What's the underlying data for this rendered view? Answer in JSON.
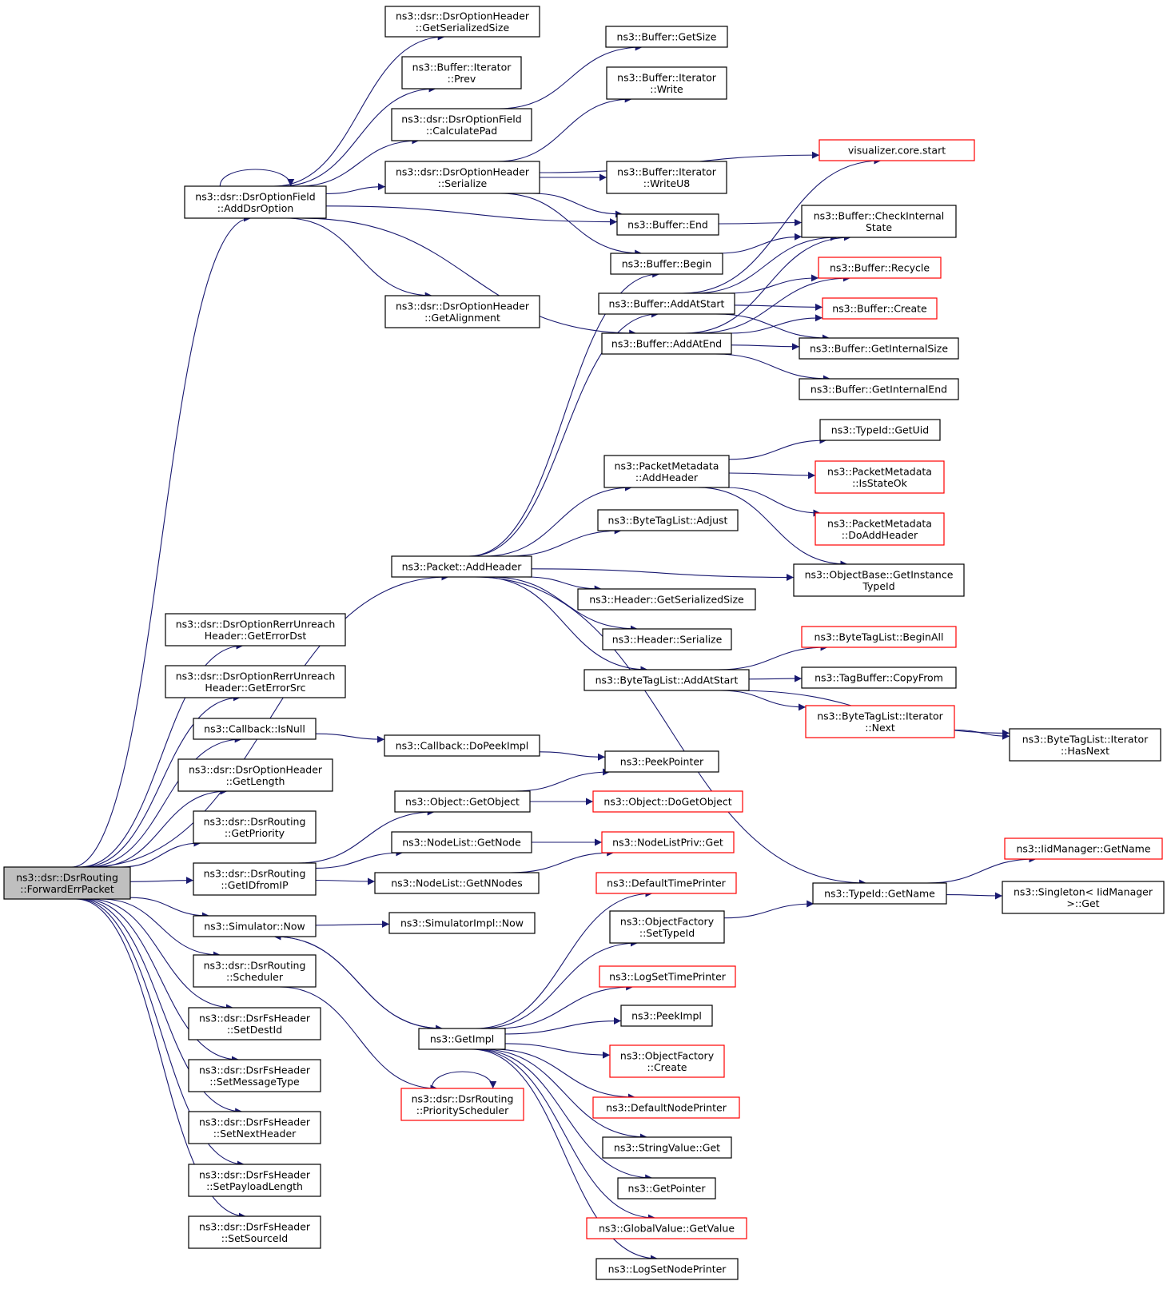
{
  "colors": {
    "edge": "#191970",
    "node_border": "#000000",
    "node_border_truncated": "#ff0000",
    "root_fill": "#bfbfbf"
  },
  "nodes": [
    {
      "id": "root",
      "lines": [
        "ns3::dsr::DsrRouting",
        "::ForwardErrPacket"
      ],
      "style": "root"
    },
    {
      "id": "addDsrOption",
      "lines": [
        "ns3::dsr::DsrOptionField",
        "::AddDsrOption"
      ]
    },
    {
      "id": "optHdrGetSerSize",
      "lines": [
        "ns3::dsr::DsrOptionHeader",
        "::GetSerializedSize"
      ]
    },
    {
      "id": "bufIterPrev",
      "lines": [
        "ns3::Buffer::Iterator",
        "::Prev"
      ]
    },
    {
      "id": "calcPad",
      "lines": [
        "ns3::dsr::DsrOptionField",
        "::CalculatePad"
      ]
    },
    {
      "id": "optHdrSerialize",
      "lines": [
        "ns3::dsr::DsrOptionHeader",
        "::Serialize"
      ]
    },
    {
      "id": "optHdrGetAlign",
      "lines": [
        "ns3::dsr::DsrOptionHeader",
        "::GetAlignment"
      ]
    },
    {
      "id": "bufGetSize",
      "lines": [
        "ns3::Buffer::GetSize"
      ]
    },
    {
      "id": "bufIterWrite",
      "lines": [
        "ns3::Buffer::Iterator",
        "::Write"
      ]
    },
    {
      "id": "vizStart",
      "lines": [
        "visualizer.core.start"
      ],
      "style": "red"
    },
    {
      "id": "bufIterWriteU8",
      "lines": [
        "ns3::Buffer::Iterator",
        "::WriteU8"
      ]
    },
    {
      "id": "bufEnd",
      "lines": [
        "ns3::Buffer::End"
      ]
    },
    {
      "id": "bufCheck",
      "lines": [
        "ns3::Buffer::CheckInternal",
        "State"
      ]
    },
    {
      "id": "bufBegin",
      "lines": [
        "ns3::Buffer::Begin"
      ]
    },
    {
      "id": "bufRecycle",
      "lines": [
        "ns3::Buffer::Recycle"
      ],
      "style": "red"
    },
    {
      "id": "bufAddAtStart",
      "lines": [
        "ns3::Buffer::AddAtStart"
      ]
    },
    {
      "id": "bufCreate",
      "lines": [
        "ns3::Buffer::Create"
      ],
      "style": "red"
    },
    {
      "id": "bufAddAtEnd",
      "lines": [
        "ns3::Buffer::AddAtEnd"
      ]
    },
    {
      "id": "bufGetIntSize",
      "lines": [
        "ns3::Buffer::GetInternalSize"
      ]
    },
    {
      "id": "bufGetIntEnd",
      "lines": [
        "ns3::Buffer::GetInternalEnd"
      ]
    },
    {
      "id": "typeIdGetUid",
      "lines": [
        "ns3::TypeId::GetUid"
      ]
    },
    {
      "id": "pmAddHeader",
      "lines": [
        "ns3::PacketMetadata",
        "::AddHeader"
      ]
    },
    {
      "id": "pmIsStateOk",
      "lines": [
        "ns3::PacketMetadata",
        "::IsStateOk"
      ],
      "style": "red"
    },
    {
      "id": "btlAdjust",
      "lines": [
        "ns3::ByteTagList::Adjust"
      ]
    },
    {
      "id": "pmDoAddHeader",
      "lines": [
        "ns3::PacketMetadata",
        "::DoAddHeader"
      ],
      "style": "red"
    },
    {
      "id": "pktAddHeader",
      "lines": [
        "ns3::Packet::AddHeader"
      ]
    },
    {
      "id": "objBaseGetInst",
      "lines": [
        "ns3::ObjectBase::GetInstance",
        "TypeId"
      ]
    },
    {
      "id": "hdrGetSerSize",
      "lines": [
        "ns3::Header::GetSerializedSize"
      ]
    },
    {
      "id": "rerrGetErrDst",
      "lines": [
        "ns3::dsr::DsrOptionRerrUnreach",
        "Header::GetErrorDst"
      ]
    },
    {
      "id": "hdrSerialize",
      "lines": [
        "ns3::Header::Serialize"
      ]
    },
    {
      "id": "btlBeginAll",
      "lines": [
        "ns3::ByteTagList::BeginAll"
      ],
      "style": "red"
    },
    {
      "id": "rerrGetErrSrc",
      "lines": [
        "ns3::dsr::DsrOptionRerrUnreach",
        "Header::GetErrorSrc"
      ]
    },
    {
      "id": "btlAddAtStart",
      "lines": [
        "ns3::ByteTagList::AddAtStart"
      ]
    },
    {
      "id": "tagBufCopyFrom",
      "lines": [
        "ns3::TagBuffer::CopyFrom"
      ]
    },
    {
      "id": "btlIterNext",
      "lines": [
        "ns3::ByteTagList::Iterator",
        "::Next"
      ],
      "style": "red"
    },
    {
      "id": "cbIsNull",
      "lines": [
        "ns3::Callback::IsNull"
      ]
    },
    {
      "id": "btlIterHasNext",
      "lines": [
        "ns3::ByteTagList::Iterator",
        "::HasNext"
      ]
    },
    {
      "id": "cbDoPeekImpl",
      "lines": [
        "ns3::Callback::DoPeekImpl"
      ]
    },
    {
      "id": "peekPointer",
      "lines": [
        "ns3::PeekPointer"
      ]
    },
    {
      "id": "optHdrGetLength",
      "lines": [
        "ns3::dsr::DsrOptionHeader",
        "::GetLength"
      ]
    },
    {
      "id": "objGetObject",
      "lines": [
        "ns3::Object::GetObject"
      ]
    },
    {
      "id": "objDoGetObject",
      "lines": [
        "ns3::Object::DoGetObject"
      ],
      "style": "red"
    },
    {
      "id": "dsrGetPriority",
      "lines": [
        "ns3::dsr::DsrRouting",
        "::GetPriority"
      ]
    },
    {
      "id": "nlGetNode",
      "lines": [
        "ns3::NodeList::GetNode"
      ]
    },
    {
      "id": "nlPrivGet",
      "lines": [
        "ns3::NodeListPriv::Get"
      ],
      "style": "red"
    },
    {
      "id": "iidGetName",
      "lines": [
        "ns3::IidManager::GetName"
      ],
      "style": "red"
    },
    {
      "id": "dsrGetIDfromIP",
      "lines": [
        "ns3::dsr::DsrRouting",
        "::GetIDfromIP"
      ]
    },
    {
      "id": "nlGetNNodes",
      "lines": [
        "ns3::NodeList::GetNNodes"
      ]
    },
    {
      "id": "defTimePrinter",
      "lines": [
        "ns3::DefaultTimePrinter"
      ],
      "style": "red"
    },
    {
      "id": "typeIdGetName",
      "lines": [
        "ns3::TypeId::GetName"
      ]
    },
    {
      "id": "singletonGet",
      "lines": [
        "ns3::Singleton< IidManager",
        ">::Get"
      ]
    },
    {
      "id": "simNow",
      "lines": [
        "ns3::Simulator::Now"
      ]
    },
    {
      "id": "simImplNow",
      "lines": [
        "ns3::SimulatorImpl::Now"
      ]
    },
    {
      "id": "ofSetTypeId",
      "lines": [
        "ns3::ObjectFactory",
        "::SetTypeId"
      ]
    },
    {
      "id": "dsrScheduler",
      "lines": [
        "ns3::dsr::DsrRouting",
        "::Scheduler"
      ]
    },
    {
      "id": "logSetTimePrinter",
      "lines": [
        "ns3::LogSetTimePrinter"
      ],
      "style": "red"
    },
    {
      "id": "fsSetDestId",
      "lines": [
        "ns3::dsr::DsrFsHeader",
        "::SetDestId"
      ]
    },
    {
      "id": "peekImpl",
      "lines": [
        "ns3::PeekImpl"
      ]
    },
    {
      "id": "getImpl",
      "lines": [
        "ns3::GetImpl"
      ]
    },
    {
      "id": "ofCreate",
      "lines": [
        "ns3::ObjectFactory",
        "::Create"
      ],
      "style": "red"
    },
    {
      "id": "fsSetMsgType",
      "lines": [
        "ns3::dsr::DsrFsHeader",
        "::SetMessageType"
      ]
    },
    {
      "id": "dsrPrioSched",
      "lines": [
        "ns3::dsr::DsrRouting",
        "::PriorityScheduler"
      ],
      "style": "red"
    },
    {
      "id": "defNodePrinter",
      "lines": [
        "ns3::DefaultNodePrinter"
      ],
      "style": "red"
    },
    {
      "id": "fsSetNextHdr",
      "lines": [
        "ns3::dsr::DsrFsHeader",
        "::SetNextHeader"
      ]
    },
    {
      "id": "strValGet",
      "lines": [
        "ns3::StringValue::Get"
      ]
    },
    {
      "id": "fsSetPayloadLen",
      "lines": [
        "ns3::dsr::DsrFsHeader",
        "::SetPayloadLength"
      ]
    },
    {
      "id": "getPointer",
      "lines": [
        "ns3::GetPointer"
      ]
    },
    {
      "id": "gvGetValue",
      "lines": [
        "ns3::GlobalValue::GetValue"
      ],
      "style": "red"
    },
    {
      "id": "fsSetSourceId",
      "lines": [
        "ns3::dsr::DsrFsHeader",
        "::SetSourceId"
      ]
    },
    {
      "id": "logSetNodePrinter",
      "lines": [
        "ns3::LogSetNodePrinter"
      ]
    }
  ],
  "edges": [
    [
      "root",
      "addDsrOption"
    ],
    [
      "root",
      "pktAddHeader"
    ],
    [
      "root",
      "rerrGetErrDst"
    ],
    [
      "root",
      "rerrGetErrSrc"
    ],
    [
      "root",
      "cbIsNull"
    ],
    [
      "root",
      "optHdrGetLength"
    ],
    [
      "root",
      "dsrGetPriority"
    ],
    [
      "root",
      "dsrGetIDfromIP"
    ],
    [
      "root",
      "simNow"
    ],
    [
      "root",
      "dsrScheduler"
    ],
    [
      "root",
      "fsSetDestId"
    ],
    [
      "root",
      "fsSetMsgType"
    ],
    [
      "root",
      "fsSetNextHdr"
    ],
    [
      "root",
      "fsSetPayloadLen"
    ],
    [
      "root",
      "fsSetSourceId"
    ],
    [
      "addDsrOption",
      "addDsrOption"
    ],
    [
      "addDsrOption",
      "optHdrGetSerSize"
    ],
    [
      "addDsrOption",
      "bufIterPrev"
    ],
    [
      "addDsrOption",
      "calcPad"
    ],
    [
      "addDsrOption",
      "optHdrSerialize"
    ],
    [
      "addDsrOption",
      "bufEnd"
    ],
    [
      "addDsrOption",
      "optHdrGetAlign"
    ],
    [
      "addDsrOption",
      "bufAddAtEnd"
    ],
    [
      "calcPad",
      "bufGetSize"
    ],
    [
      "optHdrSerialize",
      "bufIterWrite"
    ],
    [
      "optHdrSerialize",
      "vizStart"
    ],
    [
      "optHdrSerialize",
      "bufIterWriteU8"
    ],
    [
      "optHdrSerialize",
      "bufEnd"
    ],
    [
      "optHdrSerialize",
      "bufBegin"
    ],
    [
      "bufEnd",
      "bufCheck"
    ],
    [
      "bufBegin",
      "bufCheck"
    ],
    [
      "bufAddAtStart",
      "vizStart"
    ],
    [
      "bufAddAtStart",
      "bufCheck"
    ],
    [
      "bufAddAtStart",
      "bufRecycle"
    ],
    [
      "bufAddAtStart",
      "bufCreate"
    ],
    [
      "bufAddAtStart",
      "bufGetIntSize"
    ],
    [
      "bufAddAtEnd",
      "bufCheck"
    ],
    [
      "bufAddAtEnd",
      "bufRecycle"
    ],
    [
      "bufAddAtEnd",
      "bufCreate"
    ],
    [
      "bufAddAtEnd",
      "bufGetIntSize"
    ],
    [
      "bufAddAtEnd",
      "bufGetIntEnd"
    ],
    [
      "pktAddHeader",
      "bufBegin"
    ],
    [
      "pktAddHeader",
      "bufAddAtStart"
    ],
    [
      "pktAddHeader",
      "pmAddHeader"
    ],
    [
      "pktAddHeader",
      "btlAdjust"
    ],
    [
      "pktAddHeader",
      "objBaseGetInst"
    ],
    [
      "pktAddHeader",
      "hdrGetSerSize"
    ],
    [
      "pktAddHeader",
      "hdrSerialize"
    ],
    [
      "pktAddHeader",
      "btlAddAtStart"
    ],
    [
      "pktAddHeader",
      "typeIdGetName"
    ],
    [
      "pmAddHeader",
      "typeIdGetUid"
    ],
    [
      "pmAddHeader",
      "pmIsStateOk"
    ],
    [
      "pmAddHeader",
      "pmDoAddHeader"
    ],
    [
      "pmAddHeader",
      "objBaseGetInst"
    ],
    [
      "btlAddAtStart",
      "btlBeginAll"
    ],
    [
      "btlAddAtStart",
      "tagBufCopyFrom"
    ],
    [
      "btlAddAtStart",
      "btlIterNext"
    ],
    [
      "btlAddAtStart",
      "btlIterHasNext"
    ],
    [
      "btlIterNext",
      "btlIterHasNext"
    ],
    [
      "cbIsNull",
      "cbDoPeekImpl"
    ],
    [
      "cbDoPeekImpl",
      "peekPointer"
    ],
    [
      "objGetObject",
      "peekPointer"
    ],
    [
      "objGetObject",
      "objDoGetObject"
    ],
    [
      "dsrGetIDfromIP",
      "objGetObject"
    ],
    [
      "dsrGetIDfromIP",
      "nlGetNode"
    ],
    [
      "dsrGetIDfromIP",
      "nlGetNNodes"
    ],
    [
      "nlGetNode",
      "nlPrivGet"
    ],
    [
      "nlGetNNodes",
      "nlPrivGet"
    ],
    [
      "typeIdGetName",
      "iidGetName"
    ],
    [
      "typeIdGetName",
      "singletonGet"
    ],
    [
      "simNow",
      "simImplNow"
    ],
    [
      "simNow",
      "getImpl"
    ],
    [
      "getImpl",
      "defTimePrinter"
    ],
    [
      "getImpl",
      "simNow"
    ],
    [
      "getImpl",
      "ofSetTypeId"
    ],
    [
      "getImpl",
      "logSetTimePrinter"
    ],
    [
      "getImpl",
      "peekImpl"
    ],
    [
      "getImpl",
      "ofCreate"
    ],
    [
      "getImpl",
      "defNodePrinter"
    ],
    [
      "getImpl",
      "strValGet"
    ],
    [
      "getImpl",
      "getPointer"
    ],
    [
      "getImpl",
      "gvGetValue"
    ],
    [
      "getImpl",
      "logSetNodePrinter"
    ],
    [
      "ofSetTypeId",
      "typeIdGetName"
    ],
    [
      "dsrScheduler",
      "dsrPrioSched"
    ],
    [
      "dsrPrioSched",
      "dsrPrioSched"
    ]
  ]
}
